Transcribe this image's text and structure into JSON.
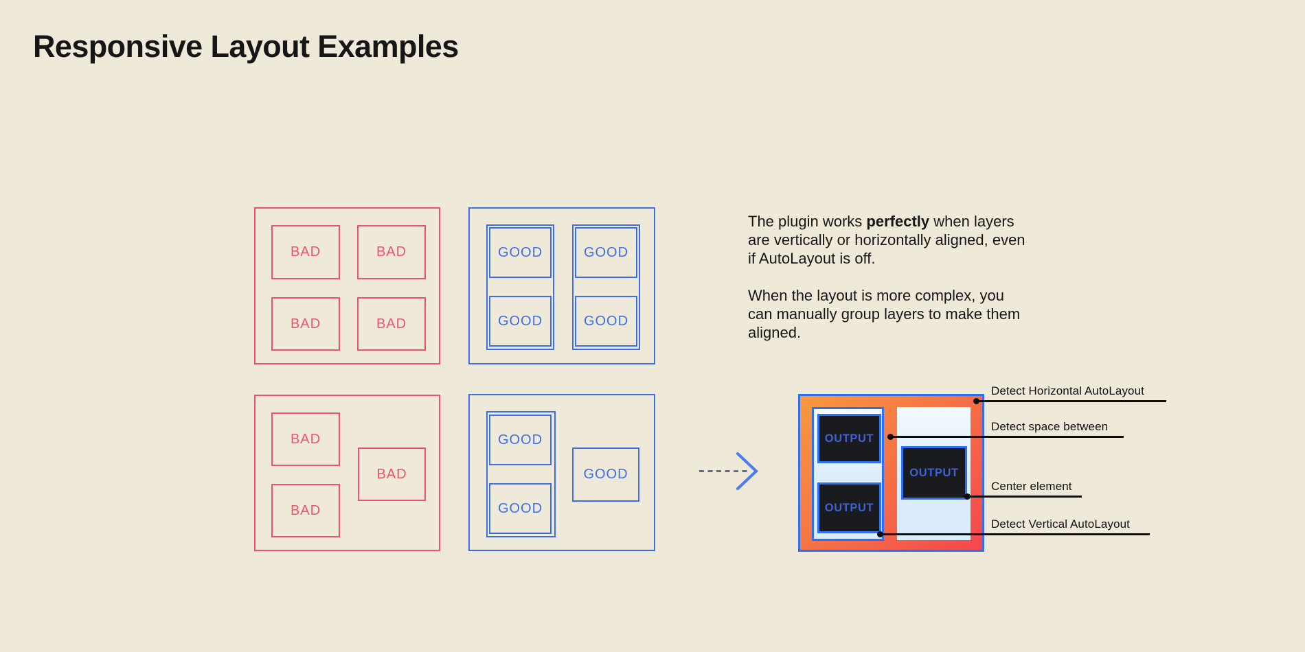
{
  "title": "Responsive Layout Examples",
  "description": {
    "p1_parts": [
      "The plugin works ",
      "perfectly",
      " when layers are vertically or horizontally aligned, even if AutoLayout is off."
    ],
    "p2": "When the layout is more complex, you can manually group layers to make them aligned."
  },
  "panels": {
    "top_bad": {
      "boxes": [
        "BAD",
        "BAD",
        "BAD",
        "BAD"
      ]
    },
    "top_good": {
      "groups": [
        [
          "GOOD",
          "GOOD"
        ],
        [
          "GOOD",
          "GOOD"
        ]
      ]
    },
    "bottom_bad": {
      "boxes": [
        "BAD",
        "BAD",
        "BAD"
      ]
    },
    "bottom_good": {
      "group": [
        "GOOD",
        "GOOD"
      ],
      "single": "GOOD"
    }
  },
  "output": {
    "boxes": [
      "OUTPUT",
      "OUTPUT",
      "OUTPUT"
    ]
  },
  "annotations": [
    "Detect Horizontal AutoLayout",
    "Detect space between",
    "Center element",
    "Detect Vertical AutoLayout"
  ],
  "colors": {
    "background": "#efe9d9",
    "red": "#ec5569",
    "blue": "#3c6ee4",
    "text": "#161616",
    "gradient-start": "#f79a3e",
    "gradient-end": "#f4474d",
    "dark-box": "#1a1b1e",
    "output-border": "#2f6ff2",
    "output-text": "#4161d2",
    "arrow-dash": "#546478",
    "arrow-chevron": "#4b7cf0",
    "annotation": "#0e0e0e"
  }
}
